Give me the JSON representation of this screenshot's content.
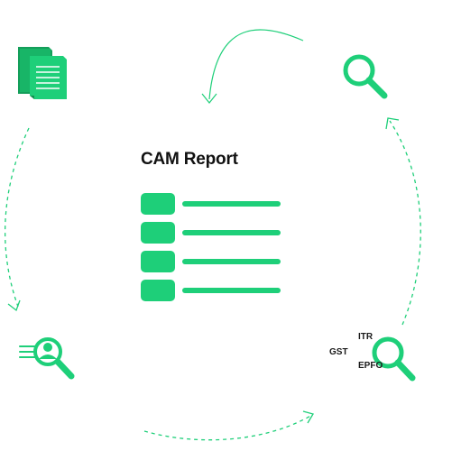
{
  "colors": {
    "accent": "#1ecf79",
    "text": "#111111"
  },
  "report": {
    "title": "CAM Report",
    "rows": 4
  },
  "icons": [
    "documents-icon",
    "magnifier-icon",
    "user-search-icon",
    "magnifier-icon"
  ],
  "data_sources": {
    "itr": "ITR",
    "gst": "GST",
    "epfo": "EPFO"
  }
}
